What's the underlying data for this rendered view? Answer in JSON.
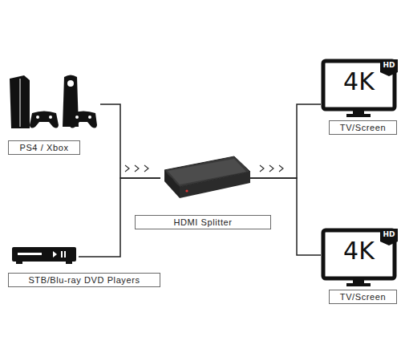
{
  "diagram": {
    "nodes": [
      {
        "text": [
          "PS4 / Xbox"
        ]
      },
      {
        "text": [
          "STB/Blu-ray DVD Players"
        ]
      },
      {
        "text": [
          "HDMI Splitter"
        ]
      },
      {
        "text": [
          "TV/Screen"
        ]
      },
      {
        "text": [
          "TV/Screen"
        ]
      }
    ],
    "edges": [
      {
        "from": 0,
        "to": 2,
        "arrow": "none"
      },
      {
        "from": 1,
        "to": 2,
        "arrow": "none"
      },
      {
        "from": 2,
        "to": 3,
        "arrow": "none"
      },
      {
        "from": 2,
        "to": 4,
        "arrow": "none"
      }
    ],
    "labels": [
      "4K",
      "HD",
      "4K",
      "HD"
    ]
  }
}
